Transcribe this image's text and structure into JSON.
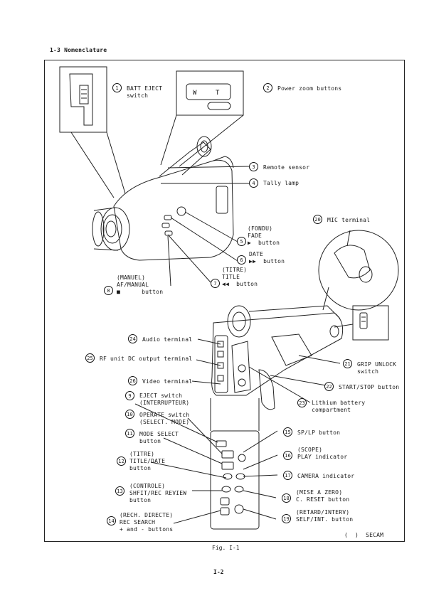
{
  "section_heading": "1-3 Nomenclature",
  "callouts": [
    {
      "n": "1",
      "label": "BATT EJECT\nswitch"
    },
    {
      "n": "2",
      "label": "Power zoom buttons"
    },
    {
      "n": "3",
      "label": "Remote sensor"
    },
    {
      "n": "4",
      "label": "Tally lamp"
    },
    {
      "n": "5",
      "label": "(FONDU)\nFADE\n▶  button"
    },
    {
      "n": "6",
      "label": "DATE\n▶▶  button"
    },
    {
      "n": "7",
      "label": "(TITRE)\nTITLE\n◀◀  button"
    },
    {
      "n": "8",
      "label": "(MANUEL)\nAF/MANUAL\n■      button"
    },
    {
      "n": "9",
      "label": "EJECT switch\n(INTERRUPTEUR)"
    },
    {
      "n": "10",
      "label": "OPERATE switch\n(SELECT. MODE)"
    },
    {
      "n": "11",
      "label": "MODE SELECT\nbutton"
    },
    {
      "n": "12",
      "label": "(TITRE)\nTITLE/DATE\nbutton"
    },
    {
      "n": "13",
      "label": "(CONTROLE)\nSHFIT/REC REVIEW\nbutton"
    },
    {
      "n": "14",
      "label": "(RECH. DIRECTE)\nREC SEARCH\n+ and - buttons"
    },
    {
      "n": "15",
      "label": "SP/LP button"
    },
    {
      "n": "16",
      "label": "(SCOPE)\nPLAY indicator"
    },
    {
      "n": "17",
      "label": "CAMERA indicator"
    },
    {
      "n": "18",
      "label": "(MISE A ZERO)\nC. RESET button"
    },
    {
      "n": "19",
      "label": "(RETARD/INTERV)\nSELF/INT. button"
    },
    {
      "n": "20",
      "label": "MIC terminal"
    },
    {
      "n": "21",
      "label": "GRIP UNLOCK\nswitch"
    },
    {
      "n": "22",
      "label": "START/STOP button"
    },
    {
      "n": "23",
      "label": "Lithium battery\ncompartment"
    },
    {
      "n": "24",
      "label": "Audio terminal"
    },
    {
      "n": "25",
      "label": "RF unit DC output terminal"
    },
    {
      "n": "26",
      "label": "Video terminal"
    }
  ],
  "zoom_keys": [
    "W",
    "T"
  ],
  "legend_note": "(  )  SECAM",
  "figure_caption": "Fig. I-1",
  "page_number": "I-2"
}
